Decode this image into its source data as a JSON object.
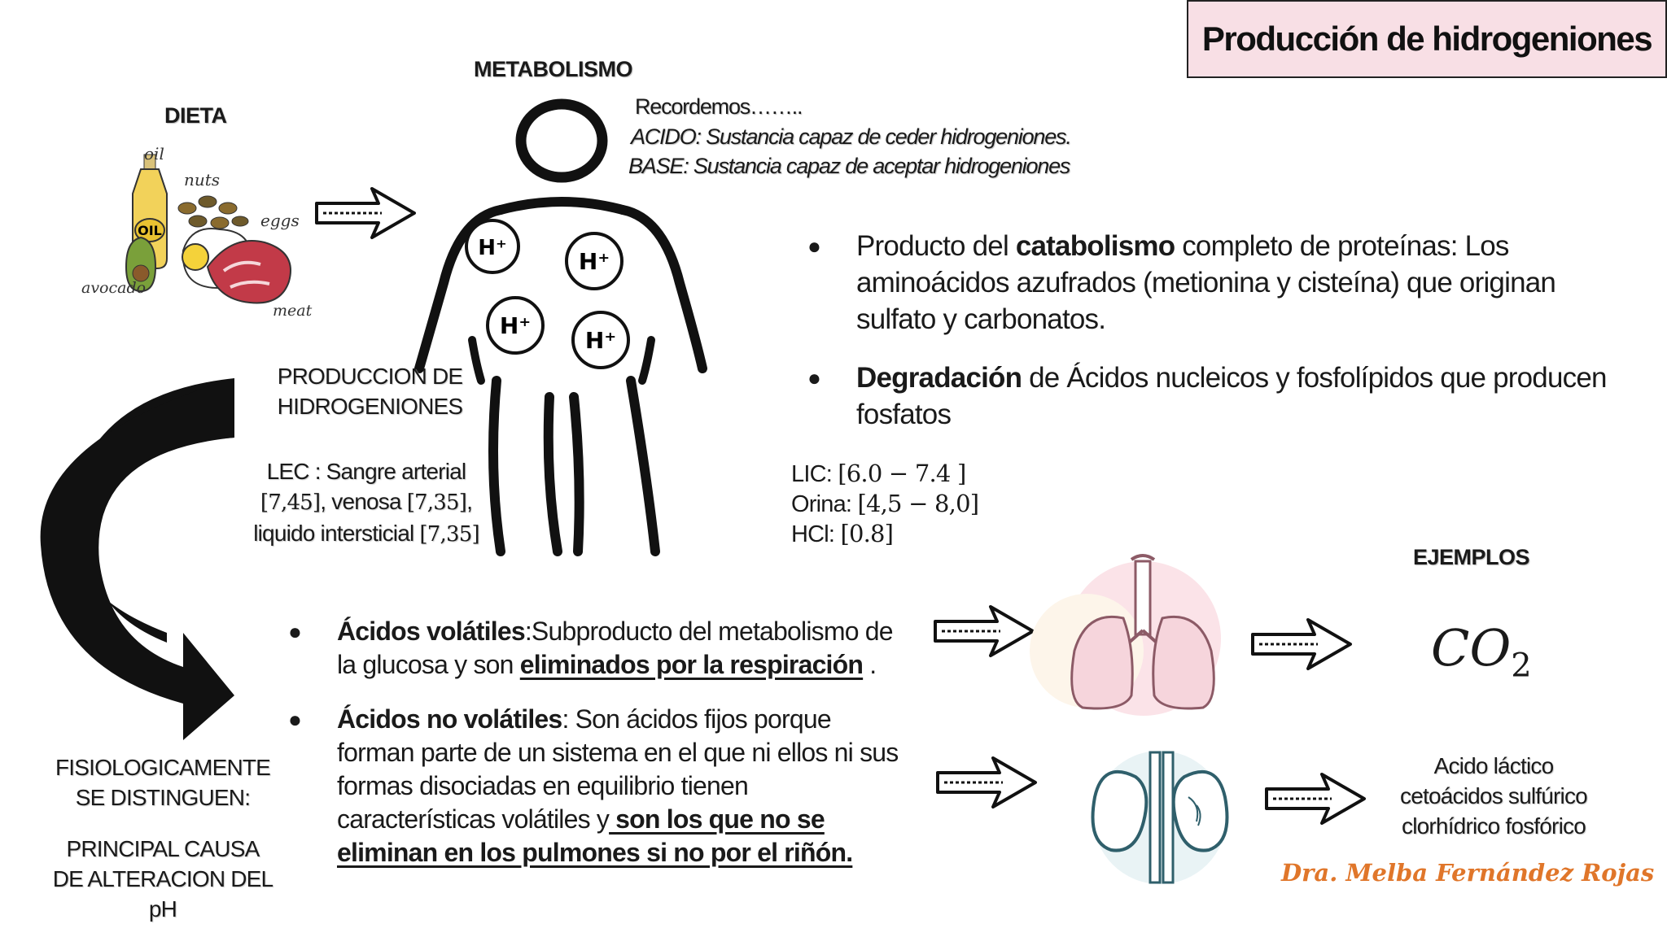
{
  "title": "Producción de hidrogeniones",
  "dieta": {
    "label": "DIETA",
    "food_labels": [
      "oil",
      "nuts",
      "eggs",
      "avocado",
      "meat",
      "OIL"
    ]
  },
  "metabolismo": {
    "label": "METABOLISMO",
    "ion_label": "H⁺"
  },
  "recordemos": {
    "intro": "Recordemos……..",
    "acido": "ACIDO: Sustancia capaz de ceder hidrogeniones.",
    "base": "BASE: Sustancia capaz de aceptar hidrogeniones"
  },
  "produccion": {
    "line1": "PRODUCCION DE",
    "line2": "HIDROGENIONES"
  },
  "lec": {
    "line1": "LEC : Sangre arterial",
    "line2_a": "[7,45]",
    "line2_b": ", venosa ",
    "line2_c": "[7,35]",
    "line2_d": ",",
    "line3_a": "liquido intersticial ",
    "line3_b": "[7,35]"
  },
  "bullets_top": [
    {
      "pre": "Producto del ",
      "bold": "catabolismo",
      "post": " completo de proteínas: Los aminoácidos azufrados (metionina y cisteína) que originan sulfato y carbonatos."
    },
    {
      "pre": "",
      "bold": "Degradación",
      "post": " de Ácidos nucleicos y fosfolípidos que producen fosfatos"
    }
  ],
  "ph_values": {
    "lic_label": "LIC:  ",
    "lic_value": "[6.0 − 7.4 ]",
    "orina_label": "Orina: ",
    "orina_value": "[4,5 − 8,0]",
    "hcl_label": "HCl: ",
    "hcl_value": "[0.8]"
  },
  "bullets_bottom": [
    {
      "bold": "Ácidos volátiles",
      "text": ":Subproducto del metabolismo de la glucosa y son ",
      "underlined": "eliminados por la respiración",
      "end": " ."
    },
    {
      "bold": "Ácidos no volátiles",
      "text": ": Son ácidos fijos porque forman parte de un sistema en el que ni ellos ni sus formas disociadas en equilibrio tienen características volátiles y",
      "underlined": " son los que no se eliminan en los pulmones si no por el riñón."
    }
  ],
  "fisiologicamente": {
    "line1": "FISIOLOGICAMENTE",
    "line2": "SE DISTINGUEN:"
  },
  "principal": {
    "line1": "PRINCIPAL CAUSA",
    "line2": "DE ALTERACION DEL",
    "line3": "pH"
  },
  "ejemplos": {
    "label": "EJEMPLOS",
    "co2_base": "CO",
    "co2_sub": "2",
    "acids_line1": "Acido láctico",
    "acids_line2": "cetoácidos sulfúrico",
    "acids_line3": "clorhídrico fosfórico"
  },
  "signature": "Dra. Melba Fernández Rojas",
  "colors": {
    "title_bg": "#f8dfe5",
    "signature": "#e0762a",
    "lung": "#c46a7c",
    "kidney": "#5f9fae"
  }
}
